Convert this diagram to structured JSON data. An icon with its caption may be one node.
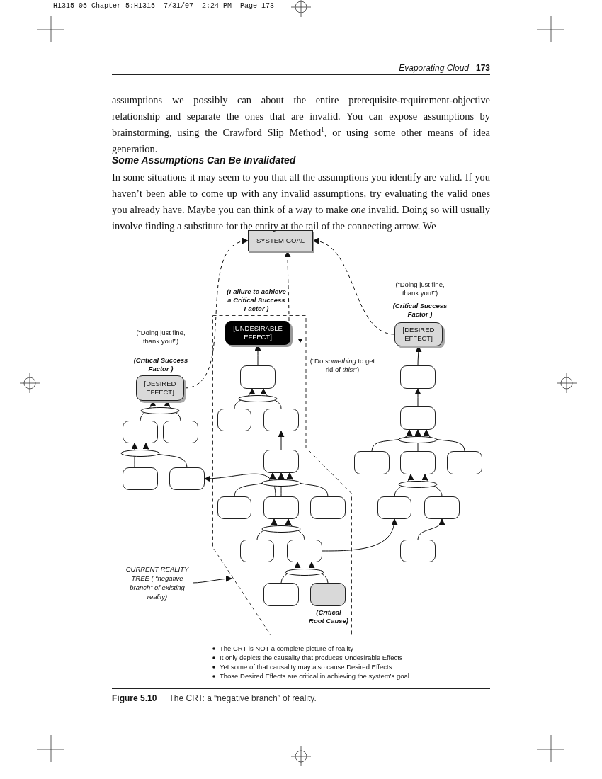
{
  "diagram": {
    "caption": "**Figure 5.10** The CRT: a “negative branch” of reality.",
    "nodes": [
      {
        "text": [
          "SYSTEM GOAL"
        ]
      },
      {
        "text": [],
        "shape": "polygon",
        "beside": [
          "(“Do *something* to get rid of *this!*”)"
        ]
      },
      {
        "text": [
          "[UNDESIRABLE EFFECT]"
        ],
        "in": 1,
        "beside": [
          "(Failure to achieve a Critical Success Factor )"
        ]
      },
      {
        "text": [],
        "shape": "box",
        "in": 1
      },
      {
        "text": [],
        "shape": "box",
        "in": 1
      },
      {
        "text": [],
        "shape": "box",
        "in": 1
      },
      {
        "text": [],
        "shape": "box",
        "in": 1
      },
      {
        "text": [],
        "shape": "box",
        "in": 1
      },
      {
        "text": [],
        "shape": "box",
        "in": 1
      },
      {
        "text": [],
        "shape": "box",
        "in": 1
      },
      {
        "text": [],
        "shape": "box",
        "in": 1
      },
      {
        "text": [],
        "shape": "box",
        "in": 1
      },
      {
        "text": [],
        "shape": "box",
        "in": 1
      },
      {
        "text": [],
        "shape": "box",
        "in": 1,
        "beside": [
          "(Critical Root Cause)"
        ]
      },
      {
        "text": [
          "[DESIRED EFFECT]"
        ],
        "beside": [
          "(“Doing just fine, thank you!”)",
          "(Critical Success Factor )"
        ]
      },
      {
        "text": [],
        "shape": "box"
      },
      {
        "text": [],
        "shape": "box"
      },
      {
        "text": [],
        "shape": "box"
      },
      {
        "text": [],
        "shape": "box"
      },
      {
        "text": [
          "[DESIRED EFFECT]"
        ],
        "beside": [
          "(“Doing just fine, thank you!”)",
          "(Critical Success Factor )"
        ]
      },
      {
        "text": [],
        "shape": "box"
      },
      {
        "text": [],
        "shape": "box"
      },
      {
        "text": [],
        "shape": "box"
      },
      {
        "text": [],
        "shape": "box"
      },
      {
        "text": [],
        "shape": "box"
      },
      {
        "text": [],
        "shape": "box"
      },
      {
        "text": [],
        "shape": "box"
      },
      {
        "text": [],
        "shape": "box"
      },
      {
        "text": [
          "CURRENT REALITY TREE ( “negative branch” of existing reality)"
        ]
      }
    ],
    "edges": [
      {
        "from": 3,
        "to": 2,
        "arrow": "to"
      },
      {
        "from": 4,
        "to": 3,
        "arrow": "to"
      },
      {
        "from": 5,
        "to": 3,
        "arrow": "to"
      },
      {
        "from": 6,
        "to": 5,
        "arrow": "to"
      },
      {
        "from": 7,
        "to": 6,
        "arrow": "to"
      },
      {
        "from": 8,
        "to": 6,
        "arrow": "to"
      },
      {
        "from": 9,
        "to": 6,
        "arrow": "to"
      },
      {
        "from": 8,
        "to": 18,
        "arrow": "to"
      },
      {
        "from": 10,
        "to": 8,
        "arrow": "to"
      },
      {
        "from": 11,
        "to": 8,
        "arrow": "to"
      },
      {
        "from": 12,
        "to": 11,
        "arrow": "to"
      },
      {
        "from": 13,
        "to": 11,
        "arrow": "to"
      },
      {
        "from": 11,
        "to": 25,
        "arrow": "to"
      },
      {
        "from": 15,
        "to": 14,
        "arrow": "to"
      },
      {
        "from": 16,
        "to": 14,
        "arrow": "to"
      },
      {
        "from": 17,
        "to": 15,
        "arrow": "to"
      },
      {
        "from": 18,
        "to": 15,
        "arrow": "to"
      },
      {
        "from": 27,
        "to": 26,
        "arrow": "to"
      },
      {
        "from": 25,
        "to": 23,
        "arrow": "to"
      },
      {
        "from": 26,
        "to": 23,
        "arrow": "to"
      },
      {
        "from": 22,
        "to": 21,
        "arrow": "to"
      },
      {
        "from": 23,
        "to": 21,
        "arrow": "to"
      },
      {
        "from": 24,
        "to": 21,
        "arrow": "to"
      },
      {
        "from": 21,
        "to": 20,
        "arrow": "to"
      },
      {
        "from": 20,
        "to": 19,
        "arrow": "to"
      },
      {
        "from": 14,
        "to": 0,
        "arrow": "to",
        "style": "dashed"
      },
      {
        "from": 2,
        "to": 0,
        "arrow": "to",
        "style": "dashed"
      },
      {
        "from": 19,
        "to": 0,
        "arrow": "to",
        "style": "dashed"
      },
      {
        "from": 28,
        "to": 1,
        "arrow": "to"
      }
    ],
    "labels": [
      "H1315-05 Chapter 5:H1315  7/31/07  2:24 PM  Page 173",
      "Evaporating Cloud",
      "173",
      "assumptions we possibly can about the entire prerequisite-requirement-objective relationship and separate the ones that are invalid. You can expose assumptions by brainstorming, using the Crawford Slip Method$^{1}$, or using some other means of idea generation.",
      "Some Assumptions Can Be Invalidated",
      "In some situations it may seem to you that all the assumptions you identify are valid. If you haven’t been able to come up with any invalid assumptions, try evaluating the valid ones you already have. Maybe you can think of a way to make *one* invalid. Doing so will usually involve finding a substitute for the entity at the tail of the connecting arrow. We",
      "The CRT is NOT a complete picture of reality",
      "It only depicts the  causality that produces Undesirable Effects",
      "Yet some of that causality may also cause Desired Effects",
      "Those Desired Effects are critical in achieving the system’s goal"
    ]
  }
}
